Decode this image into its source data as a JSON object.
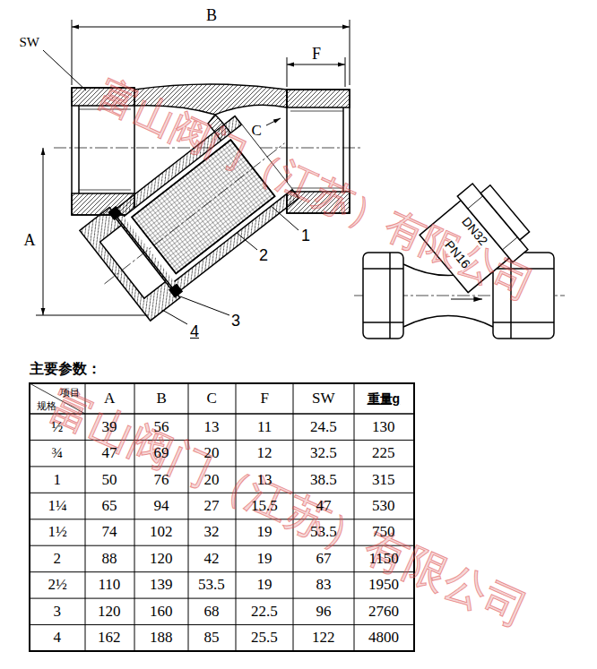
{
  "diagram": {
    "title": "主要参数：",
    "labels": [
      "B",
      "SW",
      "F",
      "C",
      "A",
      "1",
      "2",
      "3",
      "4",
      "DN32",
      "PN16",
      "富山阀门（江苏）有限公司",
      "富山阀门（江苏）有限公司",
      "项目",
      "规格",
      "A",
      "B",
      "C",
      "F",
      "SW",
      "重量g",
      "½",
      "39",
      "56",
      "13",
      "11",
      "24.5",
      "130",
      "¾",
      "47",
      "69",
      "20",
      "12",
      "32.5",
      "225",
      "1",
      "50",
      "76",
      "20",
      "13",
      "38.5",
      "315",
      "1¼",
      "65",
      "94",
      "27",
      "15.5",
      "47",
      "530",
      "1½",
      "74",
      "102",
      "32",
      "19",
      "53.5",
      "750",
      "2",
      "88",
      "120",
      "42",
      "19",
      "67",
      "1150",
      "2½",
      "110",
      "139",
      "53.5",
      "19",
      "83",
      "1950",
      "3",
      "120",
      "160",
      "68",
      "22.5",
      "96",
      "2760",
      "4",
      "162",
      "188",
      "85",
      "25.5",
      "122",
      "4800"
    ]
  }
}
